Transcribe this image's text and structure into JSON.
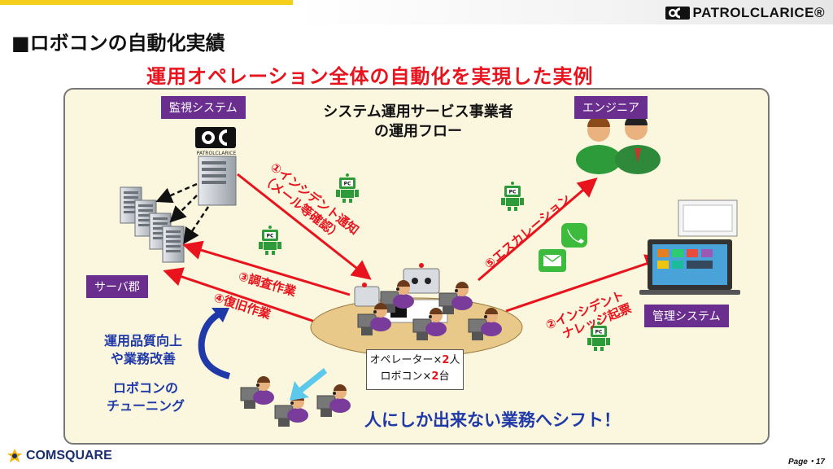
{
  "brand": {
    "name": "PATROLCLARICE®",
    "logo_caption": "PATROLCLARICE"
  },
  "slide": {
    "title": "■ロボコンの自動化実績",
    "subtitle": "運用オペレーション全体の自動化を実現した実例"
  },
  "diagram": {
    "flow_title_line1": "システム運用サービス事業者",
    "flow_title_line2": "の運用フロー",
    "tags": {
      "monitoring": "監視システム",
      "engineer": "エンジニア",
      "servers": "サーバ郡",
      "management": "管理システム"
    },
    "steps": {
      "step1": "①インシデント通知\n（メール等確認）",
      "step2": "②インシデント\n　ナレッジ起票",
      "step3": "③調査作業",
      "step4": "④復旧作業",
      "step5": "⑤エスカレーション"
    },
    "operators_box": {
      "line1_prefix": "オペレーター×",
      "line1_num": "2",
      "line1_suffix": "人",
      "line2_prefix": "ロボコン×",
      "line2_num": "2",
      "line2_suffix": "台"
    },
    "left_notes": {
      "quality": "運用品質向上\nや業務改善",
      "tuning": "ロボコンの\nチューニング"
    },
    "shift_message": "人にしか出来ない業務へシフト！"
  },
  "footer": {
    "company": "COMSQUARE",
    "page": "Page・17"
  },
  "colors": {
    "accent_red": "#e8131c",
    "tag_purple": "#6a2e8f",
    "blue_text": "#1f3aa8",
    "panel_bg": "#fbf6de",
    "robot_green": "#2e9b3a",
    "top_yellow": "#f4cf1c"
  }
}
